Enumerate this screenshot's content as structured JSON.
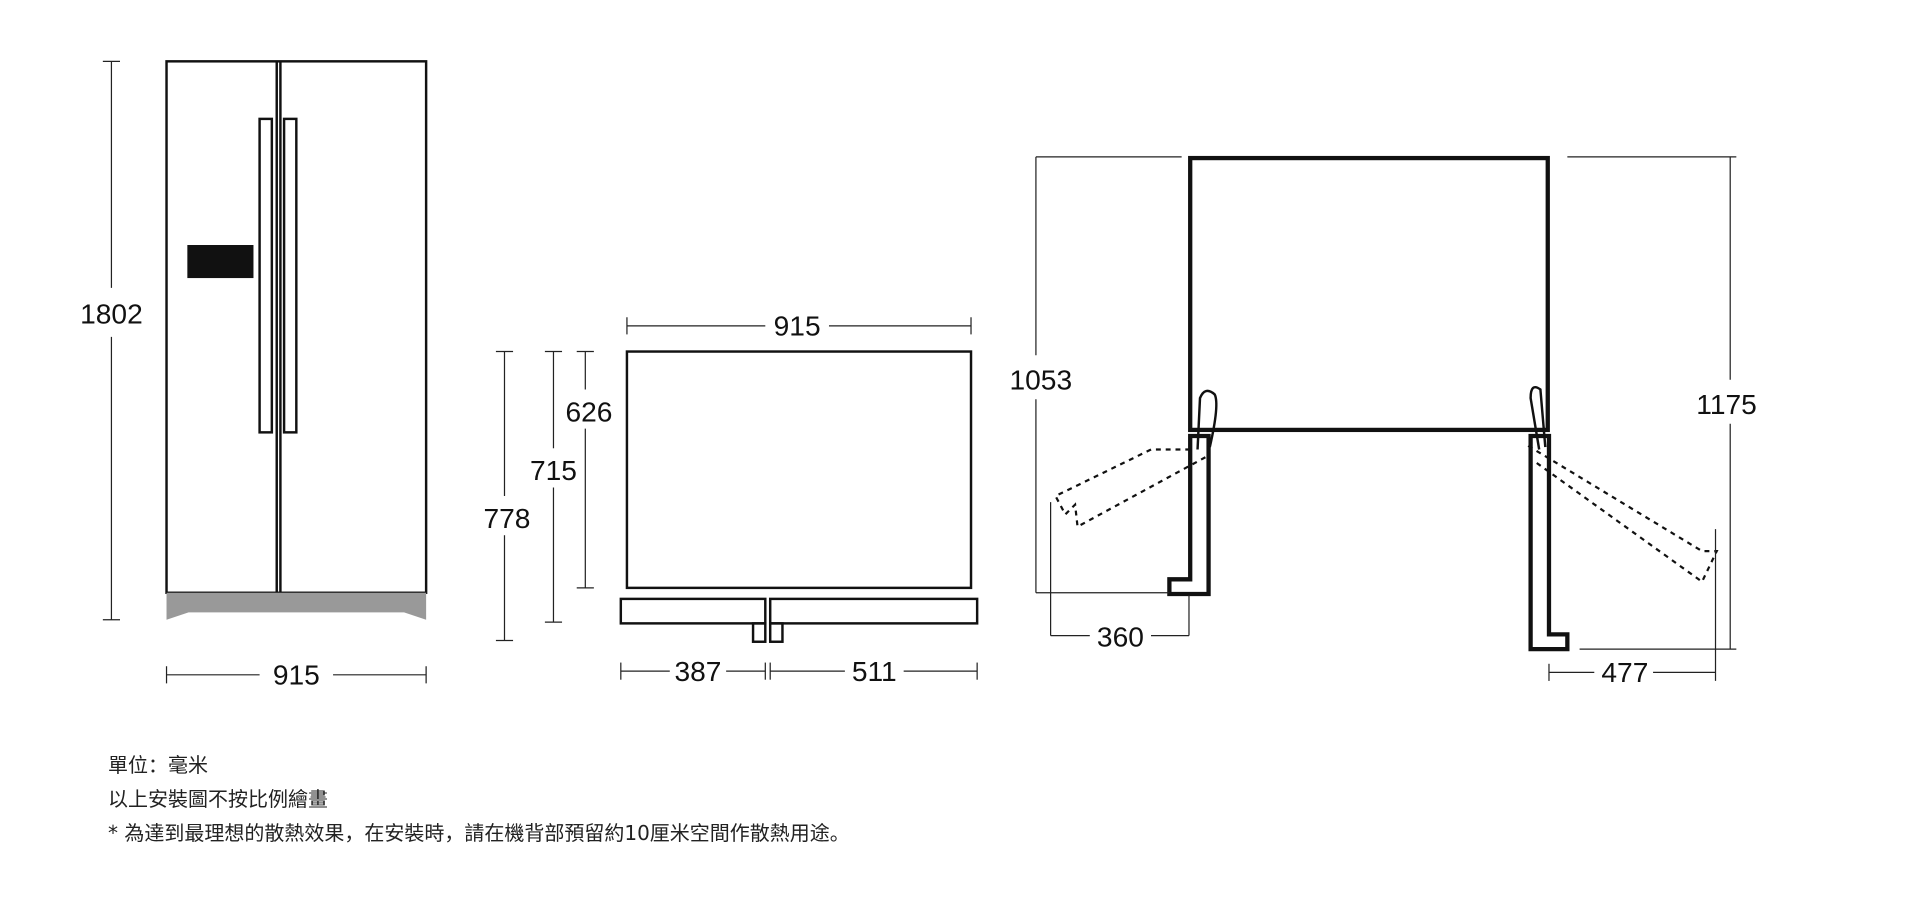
{
  "front_view": {
    "height": "1802",
    "width": "915"
  },
  "side_view": {
    "width": "915",
    "depth_body": "626",
    "depth_with_door": "715",
    "depth_total": "778",
    "base_left": "387",
    "base_right": "511"
  },
  "top_view": {
    "left_depth": "1053",
    "right_depth": "1175",
    "left_clearance": "360",
    "right_clearance": "477"
  },
  "notes": {
    "unit": "單位：毫米",
    "scale": "以上安裝圖不按比例繪畫",
    "ventilation": "*  為達到最理想的散熱效果，在安裝時，請在機背部預留約10厘米空間作散熱用途。"
  }
}
